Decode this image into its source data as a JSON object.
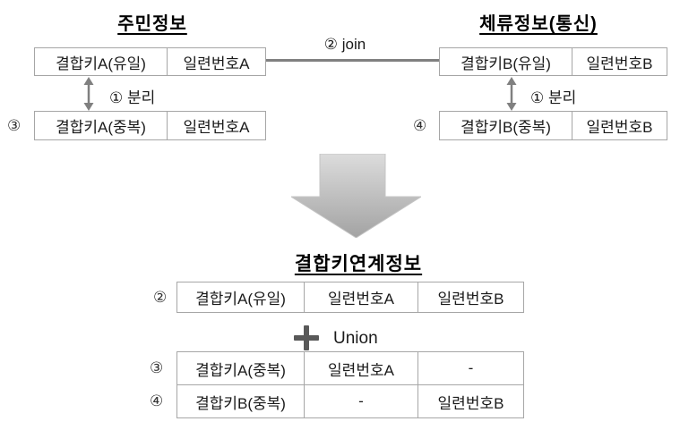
{
  "resident": {
    "title": "주민정보",
    "unique_row": {
      "key": "결합키A(유일)",
      "serial": "일련번호A"
    },
    "split_label": "① 분리",
    "dup_marker": "③",
    "dup_row": {
      "key": "결합키A(중복)",
      "serial": "일련번호A"
    }
  },
  "stay": {
    "title": "체류정보(통신)",
    "unique_row": {
      "key": "결합키B(유일)",
      "serial": "일련번호B"
    },
    "split_label": "① 분리",
    "dup_marker": "④",
    "dup_row": {
      "key": "결합키B(중복)",
      "serial": "일련번호B"
    }
  },
  "join": {
    "label": "② join"
  },
  "linkage": {
    "title": "결합키연계정보",
    "join_row": {
      "marker": "②",
      "key": "결합키A(유일)",
      "serial_a": "일련번호A",
      "serial_b": "일련번호B"
    },
    "union": {
      "plus_icon": "plus",
      "label": "Union"
    },
    "rows": [
      {
        "marker": "③",
        "key": "결합키A(중복)",
        "serial_a": "일련번호A",
        "serial_b": "-"
      },
      {
        "marker": "④",
        "key": "결합키B(중복)",
        "serial_a": "-",
        "serial_b": "일련번호B"
      }
    ]
  },
  "colors": {
    "table_border": "#a6a6a6",
    "text": "#1a1a1a",
    "connector_gray": "#808080",
    "big_arrow_light": "#dadada",
    "big_arrow_dark": "#a3a3a3",
    "plus_gray": "#595959"
  }
}
